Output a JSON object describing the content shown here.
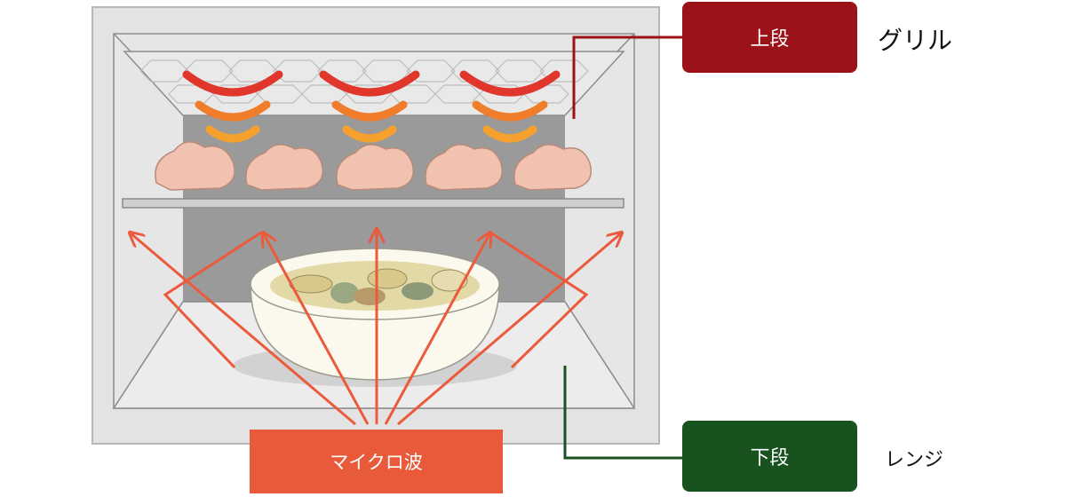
{
  "labels": {
    "upper": "上段",
    "upper_desc": "グリル",
    "lower": "下段",
    "lower_desc": "レンジ",
    "microwave": "マイクロ波"
  },
  "colors": {
    "upper": "#9b1318",
    "lower": "#17521f",
    "microwave": "#e85a3a",
    "heat_red": "#e0362c",
    "heat_orange": "#f07d2a",
    "heat_yellow": "#f6a02d",
    "wave_arrow": "#ec5a3c",
    "oven_frame": "#e3e3e3",
    "oven_cavity": "#9a9a9a"
  },
  "icons": {
    "heat": "heat-wave-icon",
    "food": "meat-icon",
    "bowl": "soup-bowl-icon"
  }
}
